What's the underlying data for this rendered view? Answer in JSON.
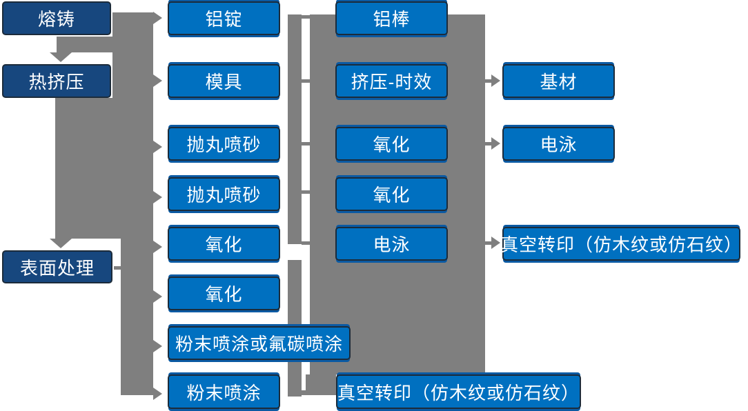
{
  "colors": {
    "process_box_fill": "#0070C0",
    "stage_box_fill": "#17477E",
    "box_border": "#1C2B3A",
    "box_accent_shadow": "#0B5AA3",
    "connector_gray": "#7F7F7F",
    "box_text": "#FFFFFF",
    "background": "#FFFFFF"
  },
  "flowchart": {
    "columns": [
      {
        "name": "production-stages",
        "nodes": [
          {
            "id": "melting-casting",
            "label": "熔铸"
          },
          {
            "id": "hot-extrusion",
            "label": "热挤压"
          },
          {
            "id": "surface-treatment",
            "label": "表面处理"
          }
        ]
      },
      {
        "name": "process-column-1",
        "nodes": [
          {
            "id": "aluminum-ingot",
            "label": "铝锭"
          },
          {
            "id": "mold",
            "label": "模具"
          },
          {
            "id": "shot-blasting-1",
            "label": "抛丸喷砂"
          },
          {
            "id": "shot-blasting-2",
            "label": "抛丸喷砂"
          },
          {
            "id": "oxidation-1",
            "label": "氧化"
          },
          {
            "id": "oxidation-2",
            "label": "氧化"
          },
          {
            "id": "powder-or-fluorocarbon-coating",
            "label": "粉末喷涂或氟碳喷涂"
          },
          {
            "id": "powder-coating",
            "label": "粉末喷涂"
          }
        ]
      },
      {
        "name": "process-column-2",
        "nodes": [
          {
            "id": "aluminum-rod",
            "label": "铝棒"
          },
          {
            "id": "extrusion-aging",
            "label": "挤压-时效"
          },
          {
            "id": "oxidation-3",
            "label": "氧化"
          },
          {
            "id": "oxidation-4",
            "label": "氧化"
          },
          {
            "id": "electrophoresis-1",
            "label": "电泳"
          },
          {
            "id": "vacuum-transfer-print-1",
            "label": "真空转印（仿木纹或仿石纹）"
          }
        ]
      },
      {
        "name": "process-column-3",
        "nodes": [
          {
            "id": "base-material",
            "label": "基材"
          },
          {
            "id": "electrophoresis-2",
            "label": "电泳"
          },
          {
            "id": "vacuum-transfer-print-2",
            "label": "真空转印（仿木纹或仿石纹）"
          }
        ]
      }
    ]
  }
}
